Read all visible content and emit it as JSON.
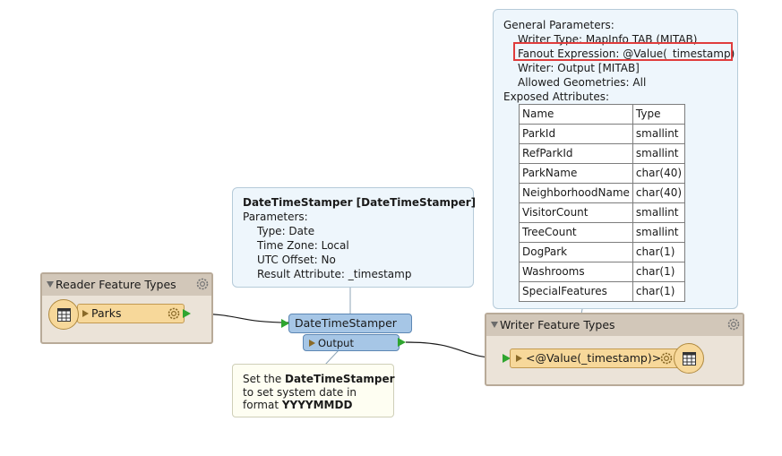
{
  "writer_tooltip": {
    "general_heading": "General Parameters:",
    "writer_type": "Writer Type: MapInfo TAB (MITAB)",
    "fanout_expression": "Fanout Expression: @Value(_timestamp)",
    "writer": "Writer: Output [MITAB]",
    "allowed_geometries": "Allowed Geometries: All",
    "exposed_heading": "Exposed Attributes:",
    "table": {
      "headers": [
        "Name",
        "Type"
      ],
      "rows": [
        [
          "ParkId",
          "smallint"
        ],
        [
          "RefParkId",
          "smallint"
        ],
        [
          "ParkName",
          "char(40)"
        ],
        [
          "NeighborhoodName",
          "char(40)"
        ],
        [
          "VisitorCount",
          "smallint"
        ],
        [
          "TreeCount",
          "smallint"
        ],
        [
          "DogPark",
          "char(1)"
        ],
        [
          "Washrooms",
          "char(1)"
        ],
        [
          "SpecialFeatures",
          "char(1)"
        ]
      ]
    },
    "highlight_color": "#e03c3c"
  },
  "transformer_tooltip": {
    "title": "DateTimeStamper [DateTimeStamper]",
    "parameters_heading": "Parameters:",
    "type": "Type: Date",
    "time_zone": "Time Zone: Local",
    "utc_offset": "UTC Offset: No",
    "result_attribute": "Result Attribute: _timestamp"
  },
  "reader_bookmark": {
    "title": "Reader Feature Types",
    "feature_type": "Parks",
    "icon": "table-icon"
  },
  "writer_bookmark": {
    "title": "Writer Feature Types",
    "feature_type": "<@Value(_timestamp)>",
    "icon": "table-icon"
  },
  "transformer": {
    "name": "DateTimeStamper",
    "output_port": "Output",
    "color": "#a6c6e6"
  },
  "annotation": {
    "line1_prefix": "Set the ",
    "line1_bold": "DateTimeStamper",
    "line2": "to set system date in",
    "line3_prefix": "format ",
    "line3_bold": "YYYYMMDD"
  },
  "colors": {
    "port_green": "#2fa52f",
    "feature_type_fill": "#f7d89a",
    "bookmark_fill": "#ebe3d8",
    "tooltip_fill": "#eef6fc"
  }
}
